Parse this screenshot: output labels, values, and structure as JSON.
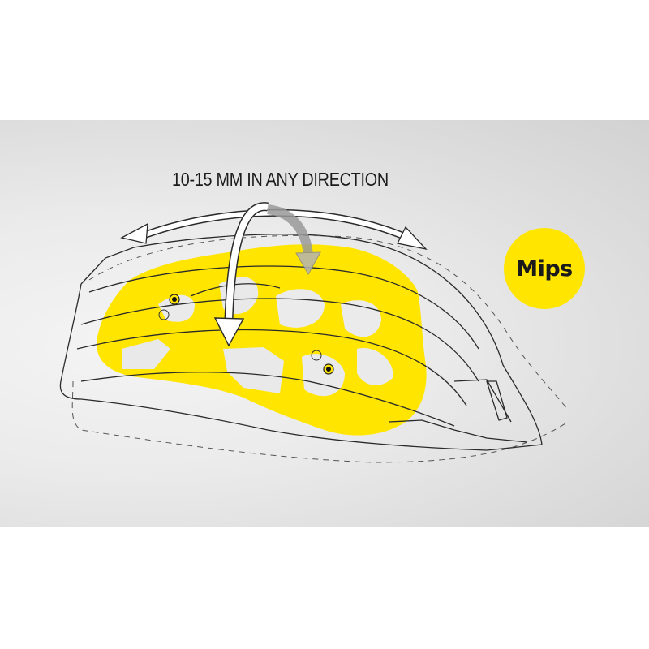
{
  "caption": "10-15 MM IN ANY DIRECTION",
  "badge": {
    "label": "Mips",
    "color": "#ffe500"
  },
  "illustration": {
    "subject": "bicycle-helmet-line-drawing",
    "highlight_color": "#ffe500",
    "arrows": [
      "bidirectional-horizontal-arrow",
      "downward-curved-arrow",
      "gray-rotation-arrow"
    ]
  },
  "colors": {
    "background": "#ffffff",
    "panel": "#e2e2e2",
    "line": "#2a2a2a"
  }
}
